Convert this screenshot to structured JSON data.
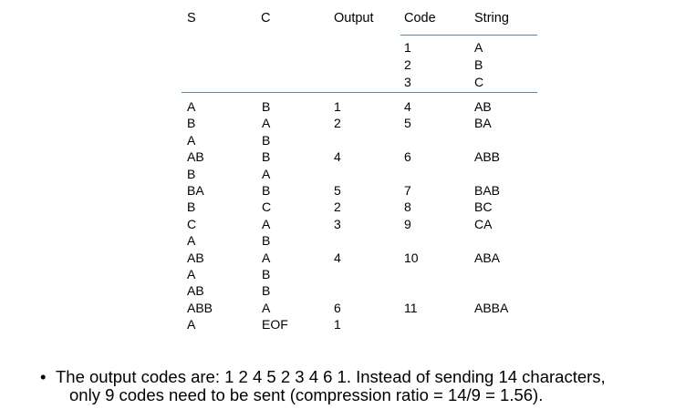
{
  "table": {
    "headers": {
      "s": "S",
      "c": "C",
      "output": "Output",
      "code": "Code",
      "string": "String"
    },
    "init_rows": [
      {
        "code": "1",
        "string": "A"
      },
      {
        "code": "2",
        "string": "B"
      },
      {
        "code": "3",
        "string": "C"
      }
    ],
    "rows": [
      {
        "s": "A",
        "c": "B",
        "output": "1",
        "code": "4",
        "string": "AB"
      },
      {
        "s": "B",
        "c": "A",
        "output": "2",
        "code": "5",
        "string": "BA"
      },
      {
        "s": "A",
        "c": "B",
        "output": "",
        "code": "",
        "string": ""
      },
      {
        "s": "AB",
        "c": "B",
        "output": "4",
        "code": "6",
        "string": "ABB"
      },
      {
        "s": "B",
        "c": "A",
        "output": "",
        "code": "",
        "string": ""
      },
      {
        "s": "BA",
        "c": "B",
        "output": "5",
        "code": "7",
        "string": "BAB"
      },
      {
        "s": "B",
        "c": "C",
        "output": "2",
        "code": "8",
        "string": "BC"
      },
      {
        "s": "C",
        "c": "A",
        "output": "3",
        "code": "9",
        "string": "CA"
      },
      {
        "s": "A",
        "c": "B",
        "output": "",
        "code": "",
        "string": ""
      },
      {
        "s": "AB",
        "c": "A",
        "output": "4",
        "code": "10",
        "string": "ABA"
      },
      {
        "s": "A",
        "c": "B",
        "output": "",
        "code": "",
        "string": ""
      },
      {
        "s": "AB",
        "c": "B",
        "output": "",
        "code": "",
        "string": ""
      },
      {
        "s": "ABB",
        "c": "A",
        "output": "6",
        "code": "11",
        "string": "ABBA"
      },
      {
        "s": "A",
        "c": "EOF",
        "output": "1",
        "code": "",
        "string": ""
      }
    ]
  },
  "note": {
    "bullet": "•",
    "line1": "The output codes are: 1 2 4 5 2 3 4 6 1. Instead of sending 14 characters,",
    "line2": "only 9 codes need to be sent (compression ratio = 14/9 = 1.56)."
  },
  "colors": {
    "rule": "#5a86a8",
    "text": "#000000",
    "background": "#ffffff"
  }
}
